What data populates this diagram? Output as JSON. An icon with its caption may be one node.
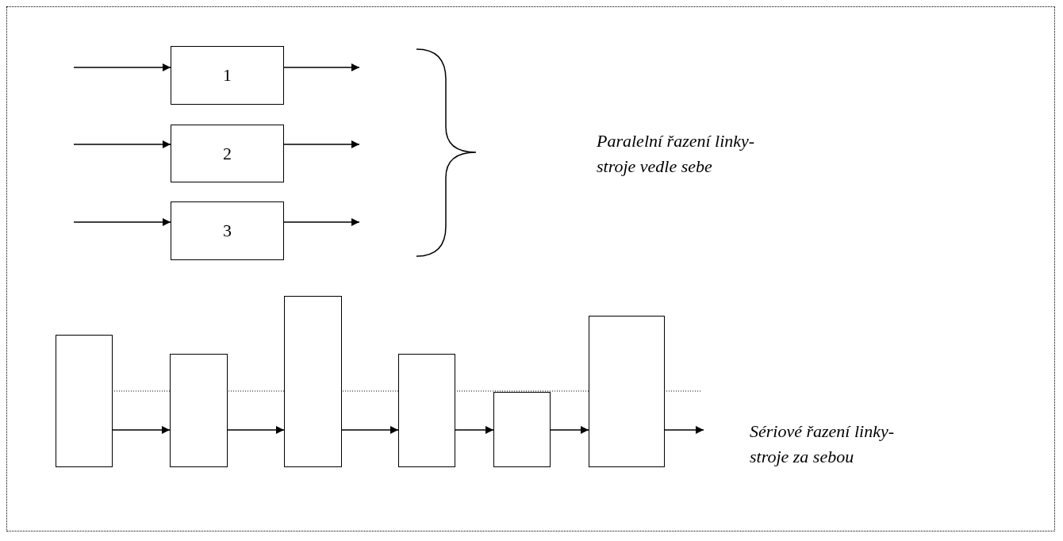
{
  "diagram": {
    "nodes": [
      {
        "text": [
          "1"
        ]
      },
      {
        "text": [
          "2"
        ]
      },
      {
        "text": [
          "3"
        ]
      },
      {
        "text": [],
        "shape": "box"
      },
      {
        "text": [],
        "shape": "box"
      },
      {
        "text": [],
        "shape": "box"
      },
      {
        "text": [],
        "shape": "box"
      },
      {
        "text": [],
        "shape": "box"
      },
      {
        "text": [],
        "shape": "box"
      }
    ],
    "edges": [
      {
        "from": null,
        "to": 0,
        "arrow": "to"
      },
      {
        "from": 0,
        "to": null,
        "arrow": "to"
      },
      {
        "from": null,
        "to": 1,
        "arrow": "to"
      },
      {
        "from": 1,
        "to": null,
        "arrow": "to"
      },
      {
        "from": null,
        "to": 2,
        "arrow": "to"
      },
      {
        "from": 2,
        "to": null,
        "arrow": "to"
      },
      {
        "from": 3,
        "to": 4,
        "arrow": "to"
      },
      {
        "from": 4,
        "to": 5,
        "arrow": "to"
      },
      {
        "from": 5,
        "to": 6,
        "arrow": "to"
      },
      {
        "from": 6,
        "to": 7,
        "arrow": "to"
      },
      {
        "from": 7,
        "to": 8,
        "arrow": "to"
      },
      {
        "from": 8,
        "to": null,
        "arrow": "to"
      }
    ],
    "labels": [
      "Paralelní řazení linky-stroje vedle sebe",
      "Sériové řazení linky-stroje za sebou"
    ]
  }
}
